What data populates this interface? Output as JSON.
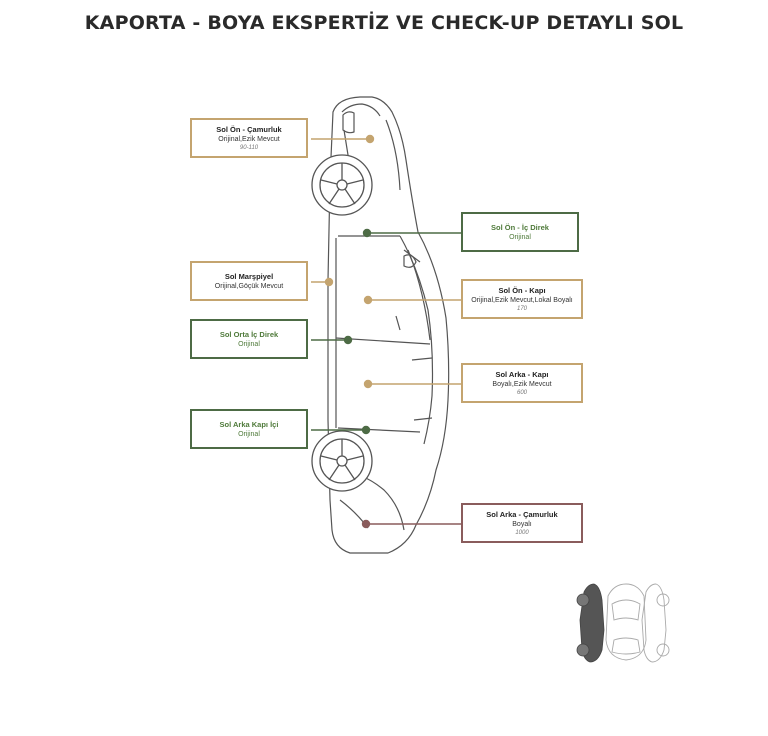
{
  "title": "KAPORTA - BOYA EKSPERTİZ VE CHECK-UP DETAYLI SOL",
  "colors": {
    "original": "#4d6b45",
    "damaged": "#c4a46f",
    "painted": "#8a5c5c"
  },
  "parts": {
    "sol_on_camurluk": {
      "name": "Sol Ön - Çamurluk",
      "status": "Orijinal,Ezik Mevcut",
      "value": "90-110"
    },
    "sol_on_ic_direk": {
      "name": "Sol Ön - İç Direk",
      "status": "Orijinal"
    },
    "sol_marspiyel": {
      "name": "Sol Marşpiyel",
      "status": "Orijinal,Göçük Mevcut"
    },
    "sol_on_kapi": {
      "name": "Sol Ön - Kapı",
      "status": "Orijinal,Ezik Mevcut,Lokal Boyalı",
      "value": "170"
    },
    "sol_orta_ic_direk": {
      "name": "Sol Orta İç Direk",
      "status": "Orijinal"
    },
    "sol_arka_kapi": {
      "name": "Sol Arka - Kapı",
      "status": "Boyalı,Ezik Mevcut",
      "value": "600"
    },
    "sol_arka_kapi_ici": {
      "name": "Sol Arka Kapı İçi",
      "status": "Orijinal"
    },
    "sol_arka_camurluk": {
      "name": "Sol Arka - Çamurluk",
      "status": "Boyalı",
      "value": "1000"
    }
  }
}
